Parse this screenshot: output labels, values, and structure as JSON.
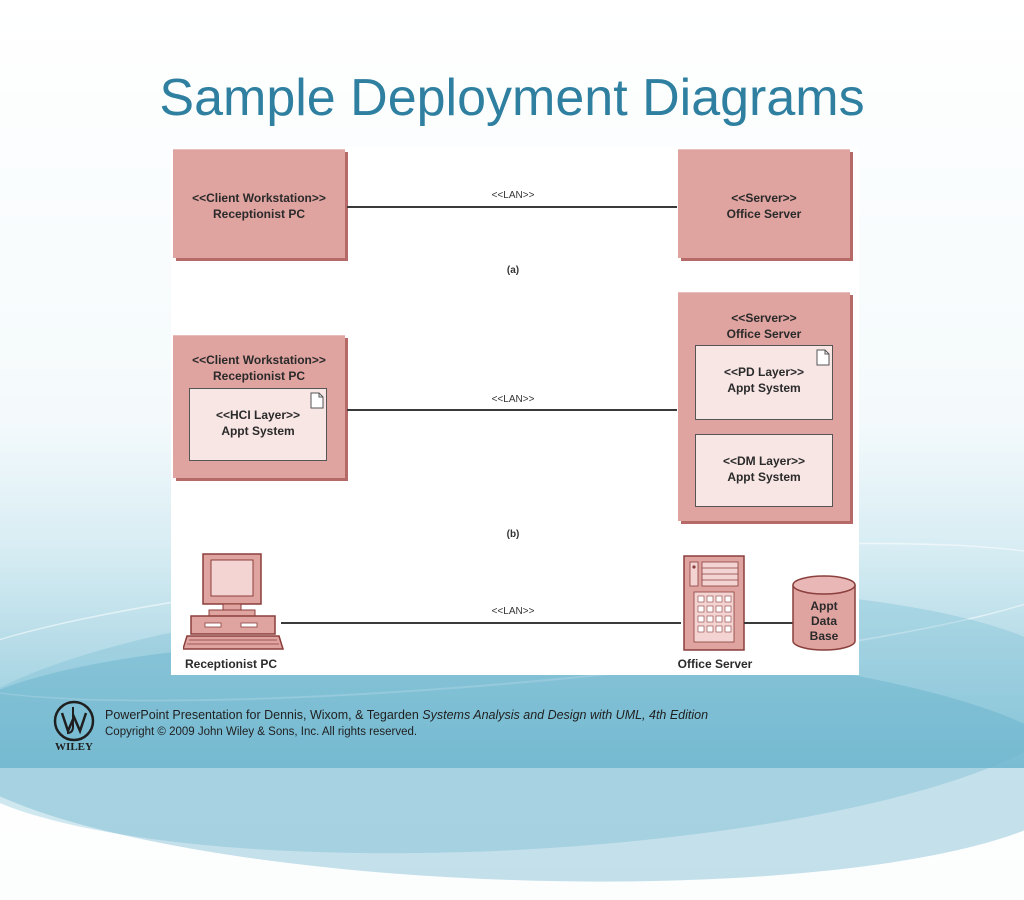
{
  "slide": {
    "title": "Sample Deployment Diagrams"
  },
  "diagram": {
    "a": {
      "caption": "(a)",
      "client": {
        "stereotype": "<<Client Workstation>>",
        "name": "Receptionist PC"
      },
      "server": {
        "stereotype": "<<Server>>",
        "name": "Office Server"
      },
      "link_label": "<<LAN>>"
    },
    "b": {
      "caption": "(b)",
      "client": {
        "stereotype": "<<Client Workstation>>",
        "name": "Receptionist PC",
        "component": {
          "stereotype": "<<HCI Layer>>",
          "name": "Appt System"
        }
      },
      "server": {
        "stereotype": "<<Server>>",
        "name": "Office Server",
        "components": [
          {
            "stereotype": "<<PD Layer>>",
            "name": "Appt System"
          },
          {
            "stereotype": "<<DM Layer>>",
            "name": "Appt System"
          }
        ]
      },
      "link_label": "<<LAN>>"
    },
    "c": {
      "pc_label": "Receptionist PC",
      "server_label": "Office Server",
      "db_label_lines": [
        "Appt",
        "Data",
        "Base"
      ],
      "link_label": "<<LAN>>"
    }
  },
  "footer": {
    "logo_text": "WILEY",
    "line1_prefix": "PowerPoint Presentation for Dennis, Wixom, & Tegarden ",
    "line1_title": "Systems Analysis and Design with UML, 4th Edition",
    "line2": "Copyright © 2009 John Wiley & Sons, Inc.  All rights reserved."
  },
  "colors": {
    "title": "#2e7fa0",
    "node_fill": "#dfa3a0",
    "node_shadow": "#b56a67",
    "component_fill": "#f8e6e5"
  }
}
